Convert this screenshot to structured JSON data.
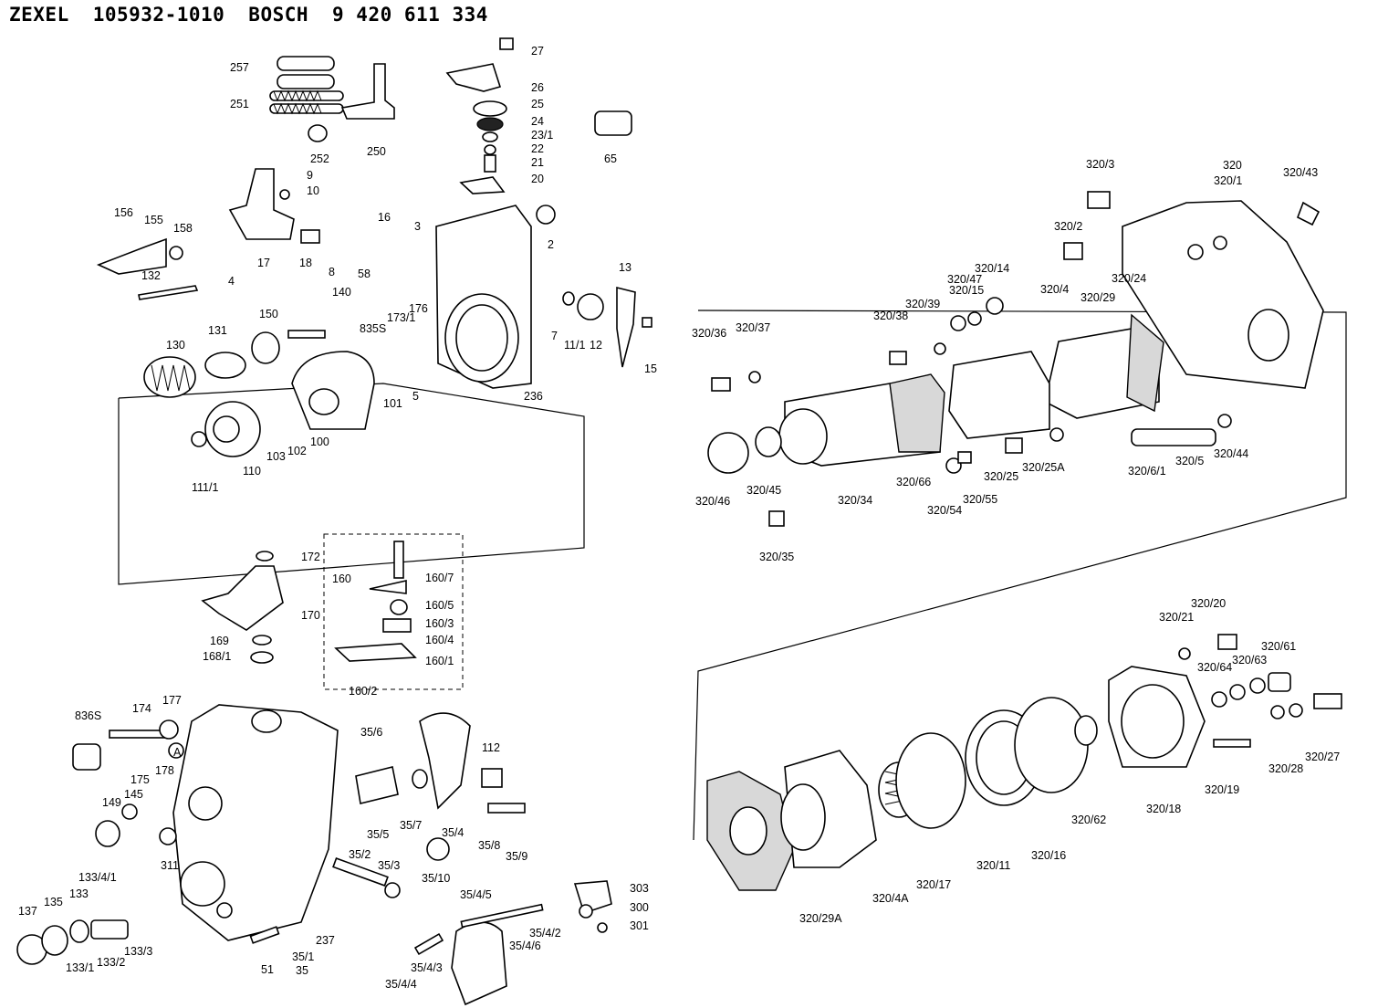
{
  "header": {
    "maker1": "ZEXEL",
    "part_no1": "105932-1010",
    "maker2": "BOSCH",
    "part_no2": "9 420 611 334"
  },
  "labels": [
    "257",
    "251",
    "252",
    "250",
    "27",
    "26",
    "25",
    "24",
    "23/1",
    "22",
    "21",
    "20",
    "65",
    "9",
    "10",
    "17",
    "18",
    "8",
    "16",
    "3",
    "2",
    "156",
    "155",
    "158",
    "132",
    "4",
    "58",
    "140",
    "176",
    "173/1",
    "835S",
    "150",
    "131",
    "130",
    "13",
    "7",
    "11/1",
    "12",
    "15",
    "101",
    "5",
    "236",
    "100",
    "102",
    "103",
    "110",
    "111/1",
    "320/3",
    "320",
    "320/1",
    "320/43",
    "320/2",
    "320/24",
    "320/14",
    "320/47",
    "320/15",
    "320/39",
    "320/38",
    "320/36",
    "320/37",
    "320/4",
    "320/29",
    "320/46",
    "320/45",
    "320/34",
    "320/66",
    "320/54",
    "320/55",
    "320/25",
    "320/25A",
    "320/6/1",
    "320/5",
    "320/44",
    "320/35",
    "172",
    "160",
    "160/7",
    "160/5",
    "160/3",
    "160/4",
    "160/1",
    "160/2",
    "170",
    "169",
    "168/1",
    "836S",
    "174",
    "177",
    "178",
    "175",
    "A",
    "149",
    "145",
    "311",
    "35/6",
    "35/5",
    "35/7",
    "35/4",
    "112",
    "35/8",
    "35/9",
    "35/10",
    "35/2",
    "35/3",
    "133/4/1",
    "133",
    "135",
    "137",
    "133/1",
    "133/2",
    "133/3",
    "51",
    "35/1",
    "35",
    "237",
    "35/4/5",
    "303",
    "300",
    "301",
    "35/4/2",
    "35/4/6",
    "35/4/4",
    "35/4/3",
    "320/21",
    "320/20",
    "320/61",
    "320/63",
    "320/64",
    "320/28",
    "320/27",
    "320/19",
    "320/18",
    "320/62",
    "320/17",
    "320/11",
    "320/16",
    "320/4A",
    "320/29A"
  ]
}
